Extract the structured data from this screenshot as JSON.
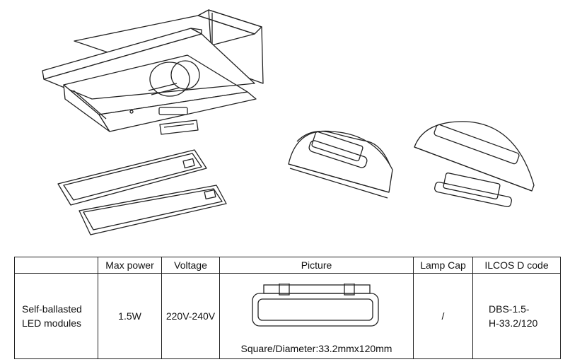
{
  "table": {
    "headers": [
      "",
      "Max power",
      "Voltage",
      "Picture",
      "Lamp Cap",
      "ILCOS D code"
    ],
    "row": {
      "name_lines": [
        "Self-ballasted",
        "LED modules"
      ],
      "max_power": "1.5W",
      "voltage": "220V-240V",
      "picture_caption": "Square/Diameter:33.2mmx120mm",
      "lamp_cap": "/",
      "ilcos_lines": [
        "DBS-1.5-",
        "H-33.2/120"
      ]
    }
  },
  "icons": {
    "hood": "cooker-hood-illustration",
    "filters": "grease-filter-panels-illustration",
    "lamp_installed": "led-module-installed-illustration",
    "lamp_removed": "led-module-removed-illustration",
    "lamp_picture": "led-module-picture"
  }
}
